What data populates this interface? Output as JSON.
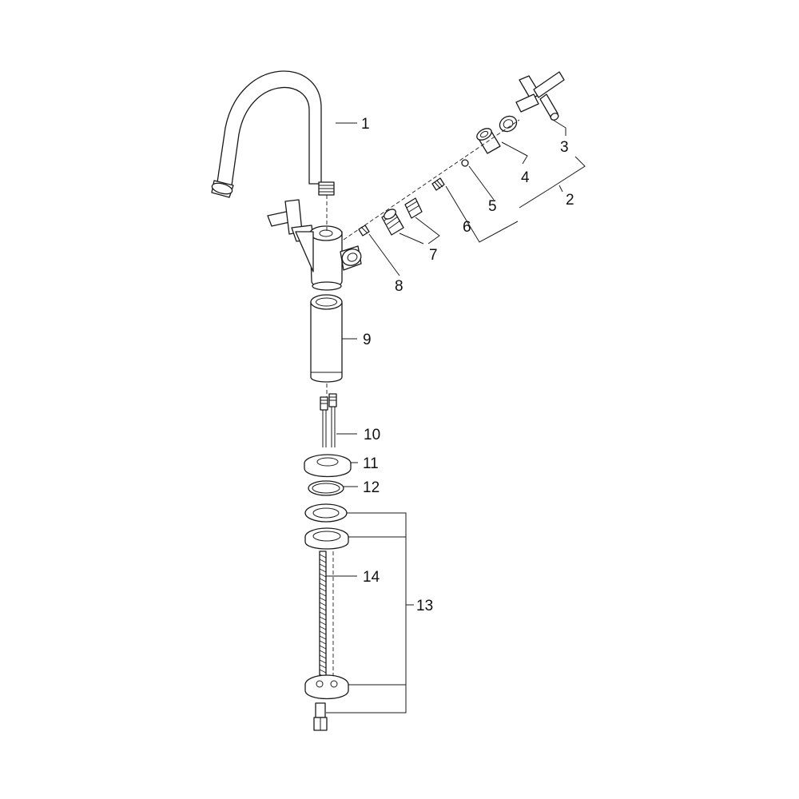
{
  "callouts": [
    {
      "id": "1",
      "text": "1"
    },
    {
      "id": "2",
      "text": "2"
    },
    {
      "id": "3",
      "text": "3"
    },
    {
      "id": "4",
      "text": "4"
    },
    {
      "id": "5",
      "text": "5"
    },
    {
      "id": "6",
      "text": "6"
    },
    {
      "id": "7",
      "text": "7"
    },
    {
      "id": "8",
      "text": "8"
    },
    {
      "id": "9",
      "text": "9"
    },
    {
      "id": "10",
      "text": "10"
    },
    {
      "id": "11",
      "text": "11"
    },
    {
      "id": "12",
      "text": "12"
    },
    {
      "id": "13",
      "text": "13"
    },
    {
      "id": "14",
      "text": "14"
    }
  ],
  "colors": {
    "line": "#1a1a1a",
    "background": "#ffffff"
  }
}
